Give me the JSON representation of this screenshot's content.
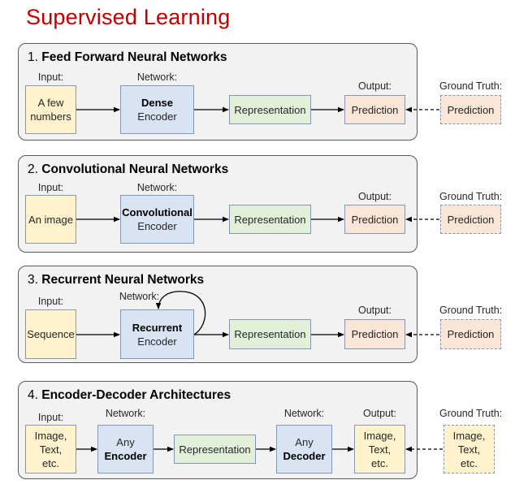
{
  "title": "Supervised Learning",
  "labels": {
    "input": "Input:",
    "network": "Network:",
    "output": "Output:",
    "ground_truth": "Ground Truth:"
  },
  "colors": {
    "title": "#c00000",
    "input_box": "#fff2cc",
    "network_box": "#dae3f3",
    "representation_box": "#e2f0d9",
    "prediction_box": "#fbe5d6",
    "panel_bg": "#f2f2f2"
  },
  "panels": [
    {
      "number": "1.",
      "name": "Feed Forward Neural Networks",
      "input": [
        "A few",
        "numbers"
      ],
      "encoder_bold": "Dense",
      "encoder_text": "Encoder",
      "representation": "Representation",
      "output": "Prediction",
      "ground_truth": "Prediction"
    },
    {
      "number": "2.",
      "name": "Convolutional Neural Networks",
      "input": [
        "An image"
      ],
      "encoder_bold": "Convolutional",
      "encoder_text": "Encoder",
      "representation": "Representation",
      "output": "Prediction",
      "ground_truth": "Prediction"
    },
    {
      "number": "3.",
      "name": "Recurrent Neural Networks",
      "input": [
        "Sequence"
      ],
      "encoder_bold": "Recurrent",
      "encoder_text": "Encoder",
      "representation": "Representation",
      "output": "Prediction",
      "ground_truth": "Prediction"
    },
    {
      "number": "4.",
      "name": "Encoder-Decoder Architectures",
      "input": [
        "Image,",
        "Text,",
        "etc."
      ],
      "encoder_text": "Any",
      "encoder_bold": "Encoder",
      "representation": "Representation",
      "decoder_text": "Any",
      "decoder_bold": "Decoder",
      "output": [
        "Image,",
        "Text,",
        "etc."
      ],
      "ground_truth": [
        "Image,",
        "Text,",
        "etc."
      ]
    }
  ]
}
